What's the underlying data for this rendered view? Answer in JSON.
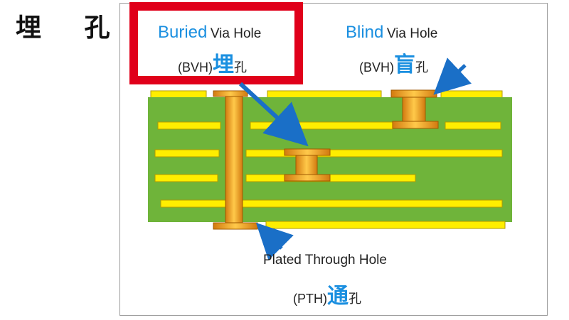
{
  "page_title": "埋 孔",
  "buried": {
    "word": "Buried",
    "rest": "Via Hole",
    "abbr": "(BVH)",
    "cjk_big": "埋",
    "cjk_small": "孔"
  },
  "blind": {
    "word": "Blind",
    "rest": "Via Hole",
    "abbr": "(BVH)",
    "cjk_big": "盲",
    "cjk_small": "孔"
  },
  "pth": {
    "line1": "Plated Through Hole",
    "abbr": "(PTH)",
    "cjk_big": "通",
    "cjk_small": "孔"
  },
  "colors": {
    "board": "#6fb43a",
    "copper_trace": "#ffee00",
    "via": "#e8a020",
    "highlight_box": "#e0001a",
    "arrow": "#1a6fc7",
    "accent_text": "#1a8fe0"
  }
}
